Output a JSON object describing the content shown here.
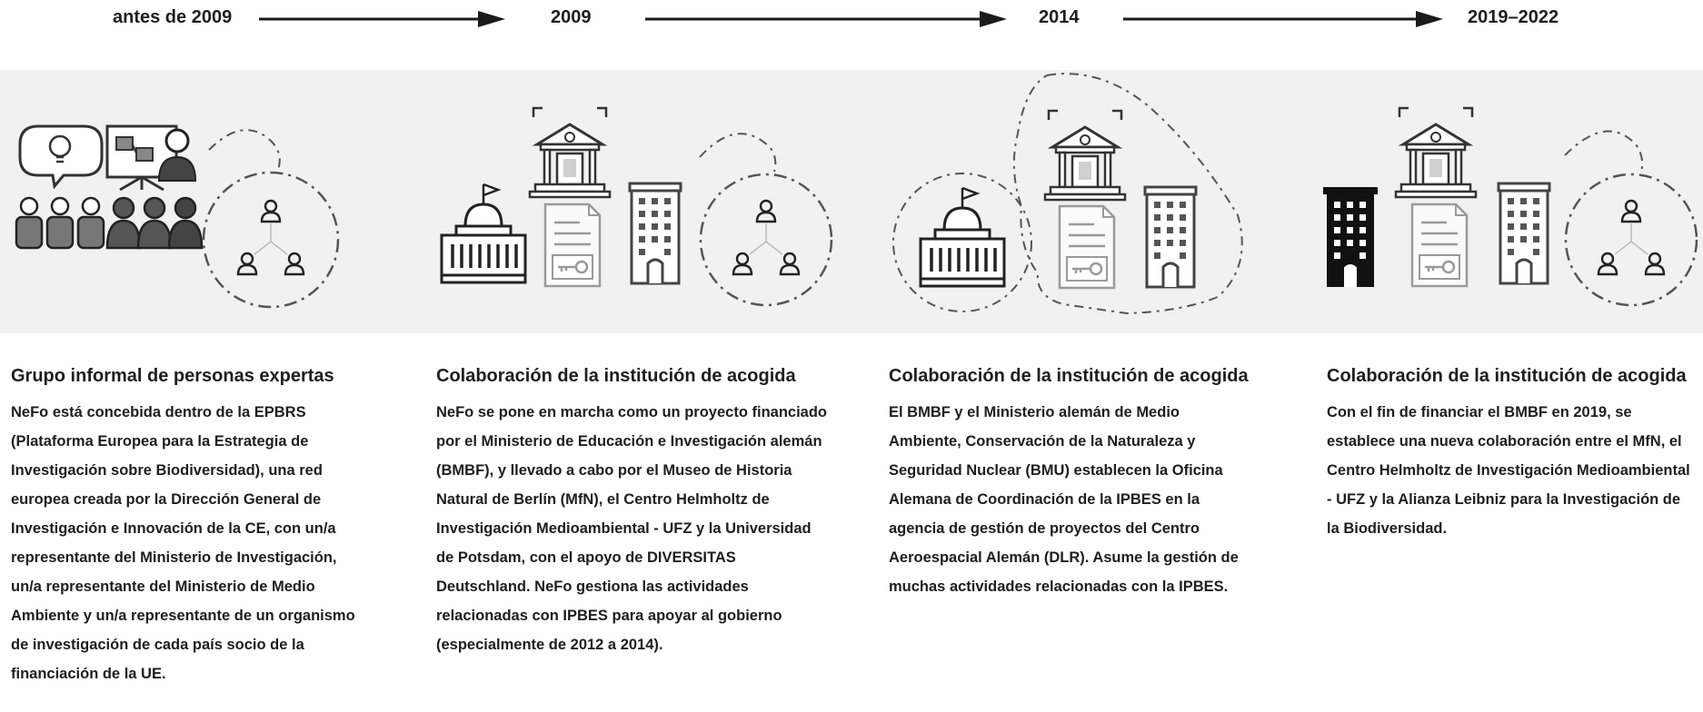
{
  "timeline": {
    "labels": [
      "antes de 2009",
      "2009",
      "2014",
      "2019–2022"
    ]
  },
  "icons": {
    "stages": [
      [
        "experts-meeting-icon",
        "network-circle-icon"
      ],
      [
        "ministry-building-icon",
        "museum-building-icon",
        "contract-document-icon",
        "office-tower-icon",
        "network-circle-icon"
      ],
      [
        "ministry-building-icon",
        "museum-building-icon",
        "contract-document-icon",
        "office-tower-icon"
      ],
      [
        "office-tower-icon",
        "museum-building-icon",
        "contract-document-icon",
        "office-tower-icon",
        "network-circle-icon"
      ]
    ]
  },
  "columns": [
    {
      "title": "Grupo informal de personas expertas",
      "text": "NeFo está concebida dentro de la EPBRS (Plataforma Europea para la Estrategia de Investigación sobre Biodiversidad), una red europea creada por la Dirección General de Investigación e Innovación de la CE, con un/a representante del Ministerio de Investigación, un/a representante del Ministerio de Medio Ambiente y un/a representante de un organismo de investigación de cada país socio de la financiación de la UE."
    },
    {
      "title": "Colaboración de la institución de acogida",
      "text": "NeFo se pone en marcha como un proyecto financiado por el Ministerio de Educación e Investigación alemán (BMBF), y llevado a cabo por el Museo de Historia Natural de Berlín (MfN), el Centro Helmholtz de Investigación Medioambiental - UFZ y la Universidad de Potsdam, con el apoyo de DIVERSITAS Deutschland. NeFo gestiona las actividades relacionadas con IPBES para apoyar al gobierno (especialmente de 2012 a 2014)."
    },
    {
      "title": "Colaboración de la institución de acogida",
      "text": "El BMBF y el Ministerio alemán de Medio Ambiente, Conservación de la Naturaleza y Seguridad Nuclear (BMU) establecen la Oficina Alemana de Coordinación de la IPBES en la agencia de gestión de proyectos del Centro Aeroespacial Alemán (DLR). Asume la gestión de muchas actividades relacionadas con la IPBES."
    },
    {
      "title": "Colaboración de la institución de acogida",
      "text": "Con el fin de financiar el BMBF en 2019, se establece una nueva colaboración entre el MfN, el Centro Helmholtz de Investigación Medioambiental - UFZ y la Alianza Leibniz para la Investigación de la Biodiversidad."
    }
  ]
}
